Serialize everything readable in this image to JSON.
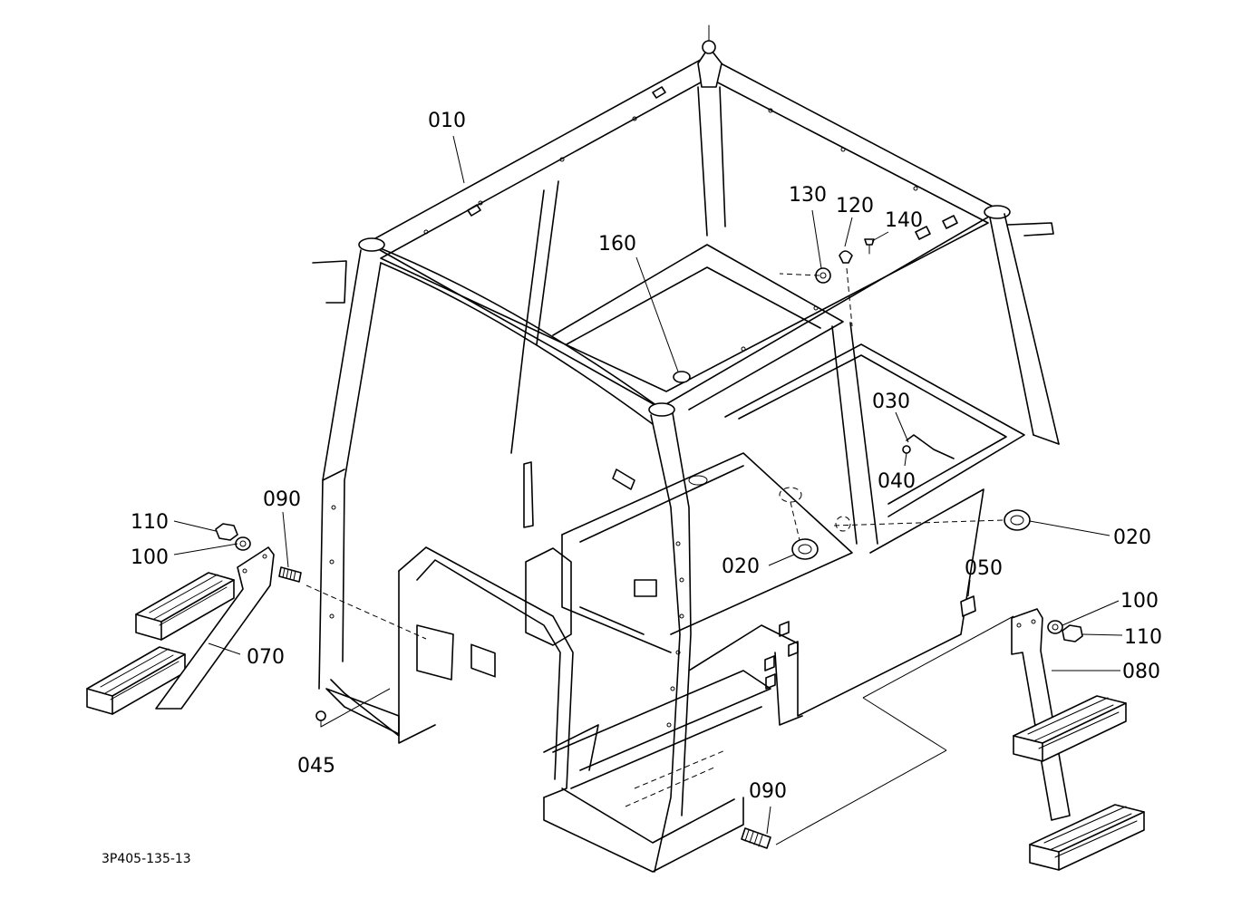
{
  "diagram": {
    "reference_code": "3P405-135-13",
    "callouts": {
      "c010": "010",
      "c020a": "020",
      "c020b": "020",
      "c030": "030",
      "c040": "040",
      "c045": "045",
      "c050": "050",
      "c070": "070",
      "c080": "080",
      "c090a": "090",
      "c090b": "090",
      "c100a": "100",
      "c100b": "100",
      "c110a": "110",
      "c110b": "110",
      "c120": "120",
      "c130": "130",
      "c140": "140",
      "c160": "160"
    }
  }
}
